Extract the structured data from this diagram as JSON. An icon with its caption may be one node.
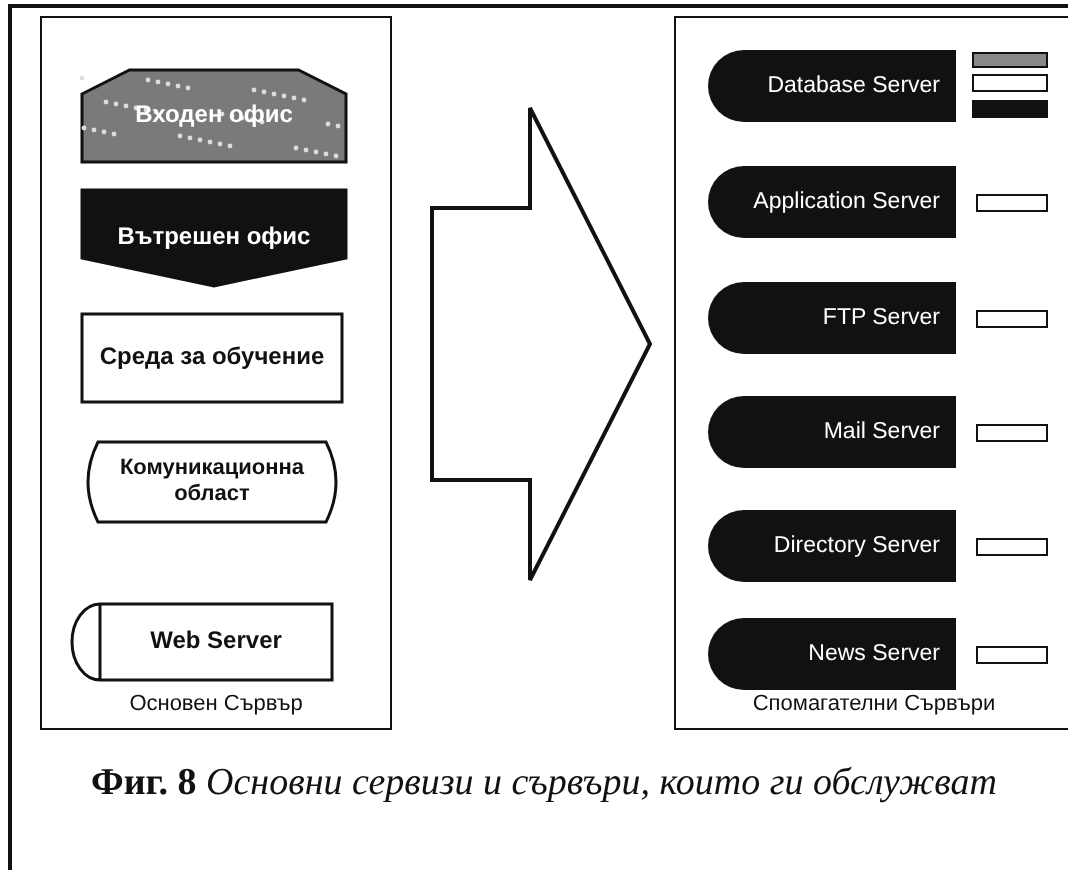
{
  "diagram": {
    "caption": "**Фиг. 8** *Основни сервизи и сървъри, които ги обслужват*",
    "nodes": [
      {
        "text": [
          "Основен Сървър"
        ]
      },
      {
        "text": [
          "Входен офис"
        ],
        "in": 0
      },
      {
        "text": [
          "Вътрешен офис"
        ],
        "in": 0
      },
      {
        "text": [
          "Среда за обучение"
        ],
        "in": 0
      },
      {
        "text": [
          "Комуникационна област"
        ],
        "in": 0
      },
      {
        "text": [
          "Web Server"
        ],
        "in": 0
      },
      {
        "text": [
          "Спомагателни Сървъри"
        ]
      },
      {
        "text": [
          "Database Server"
        ],
        "in": 6
      },
      {
        "text": [
          "Application Server"
        ],
        "in": 6
      },
      {
        "text": [
          "FTP Server"
        ],
        "in": 6
      },
      {
        "text": [
          "Mail Server"
        ],
        "in": 6
      },
      {
        "text": [
          "Directory Server"
        ],
        "in": 6
      },
      {
        "text": [
          "News Server"
        ],
        "in": 6
      }
    ],
    "edges": [
      {
        "from": 0,
        "to": 6,
        "arrow": "to",
        "style": "thick"
      }
    ]
  }
}
